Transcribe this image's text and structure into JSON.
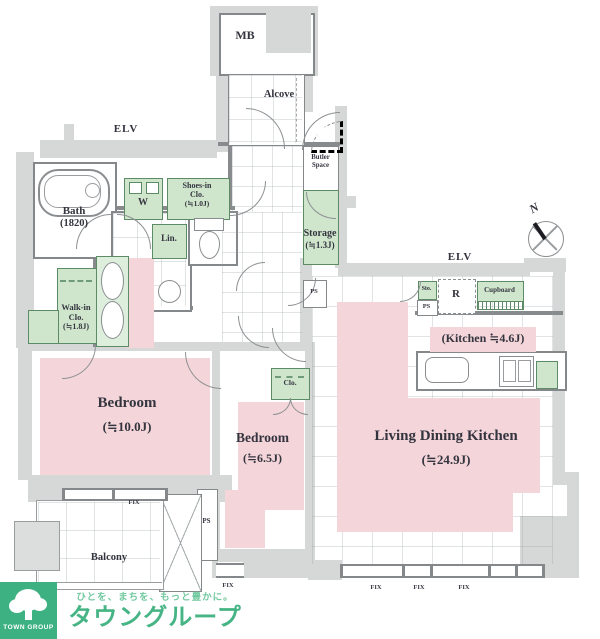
{
  "rooms": {
    "mb": "MB",
    "alcove": "Alcove",
    "elv": "ELV",
    "bath": {
      "name": "Bath",
      "size": "(1820)"
    },
    "washer": "W",
    "shoes_closet": {
      "line1": "Shoes-in",
      "line2": "Clo.",
      "line3": "(≒1.0J)"
    },
    "linen": "Lin.",
    "butler": {
      "line1": "Butler",
      "line2": "Space"
    },
    "storage": {
      "name": "Storage",
      "size": "(≒1.3J)"
    },
    "sto": "Sto.",
    "ps": "PS",
    "refrigerator": "R",
    "cupboard": "Cupboard",
    "walkin": {
      "line1": "Walk-in",
      "line2": "Clo.",
      "line3": "(≒1.8J)"
    },
    "kitchen": "(Kitchen ≒4.6J)",
    "closet": "Clo.",
    "bedroom1": {
      "name": "Bedroom",
      "size": "(≒10.0J)"
    },
    "bedroom2": {
      "name": "Bedroom",
      "size": "(≒6.5J)"
    },
    "ldk": {
      "name": "Living Dining Kitchen",
      "size": "(≒24.9J)"
    },
    "balcony": "Balcony",
    "fix": "FIX"
  },
  "compass": {
    "north": "N"
  },
  "logo": {
    "company": "TOWN GROUP",
    "tagline": "ひとを、まちを、もっと豊かに。",
    "brand": "タウングループ"
  },
  "colors": {
    "pink": "#f4d6da",
    "green": "#cfe6cd",
    "green_border": "#5d8b66",
    "wall": "#d6d7d7",
    "text": "#34343f",
    "logo_green": "#3eb183",
    "brand_green": "#46b485"
  }
}
